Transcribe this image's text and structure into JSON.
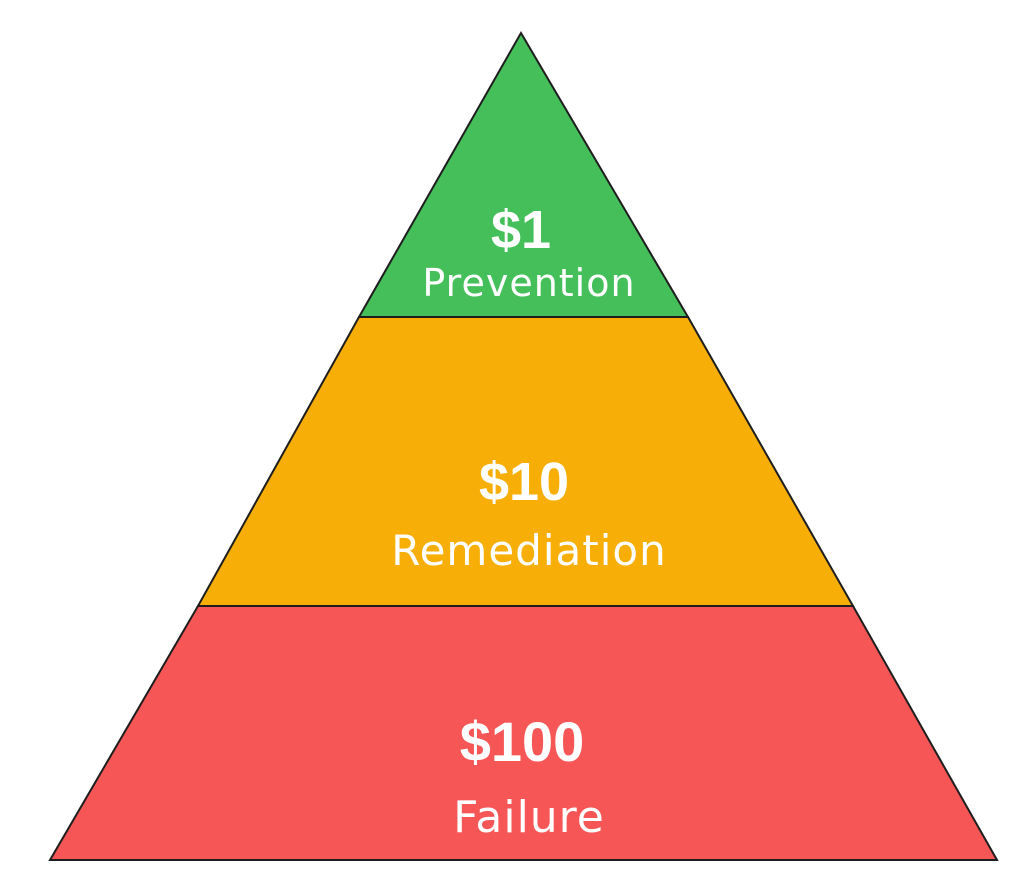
{
  "colors": {
    "prevention": "#44BF5A",
    "remediation": "#F7AF08",
    "failure": "#F75657",
    "outline": "#1e1e1e",
    "text": "#ffffff"
  },
  "tiers": [
    {
      "value": "$1",
      "label": "Prevention",
      "color_key": "prevention"
    },
    {
      "value": "$10",
      "label": "Remediation",
      "color_key": "remediation"
    },
    {
      "value": "$100",
      "label": "Failure",
      "color_key": "failure"
    }
  ]
}
